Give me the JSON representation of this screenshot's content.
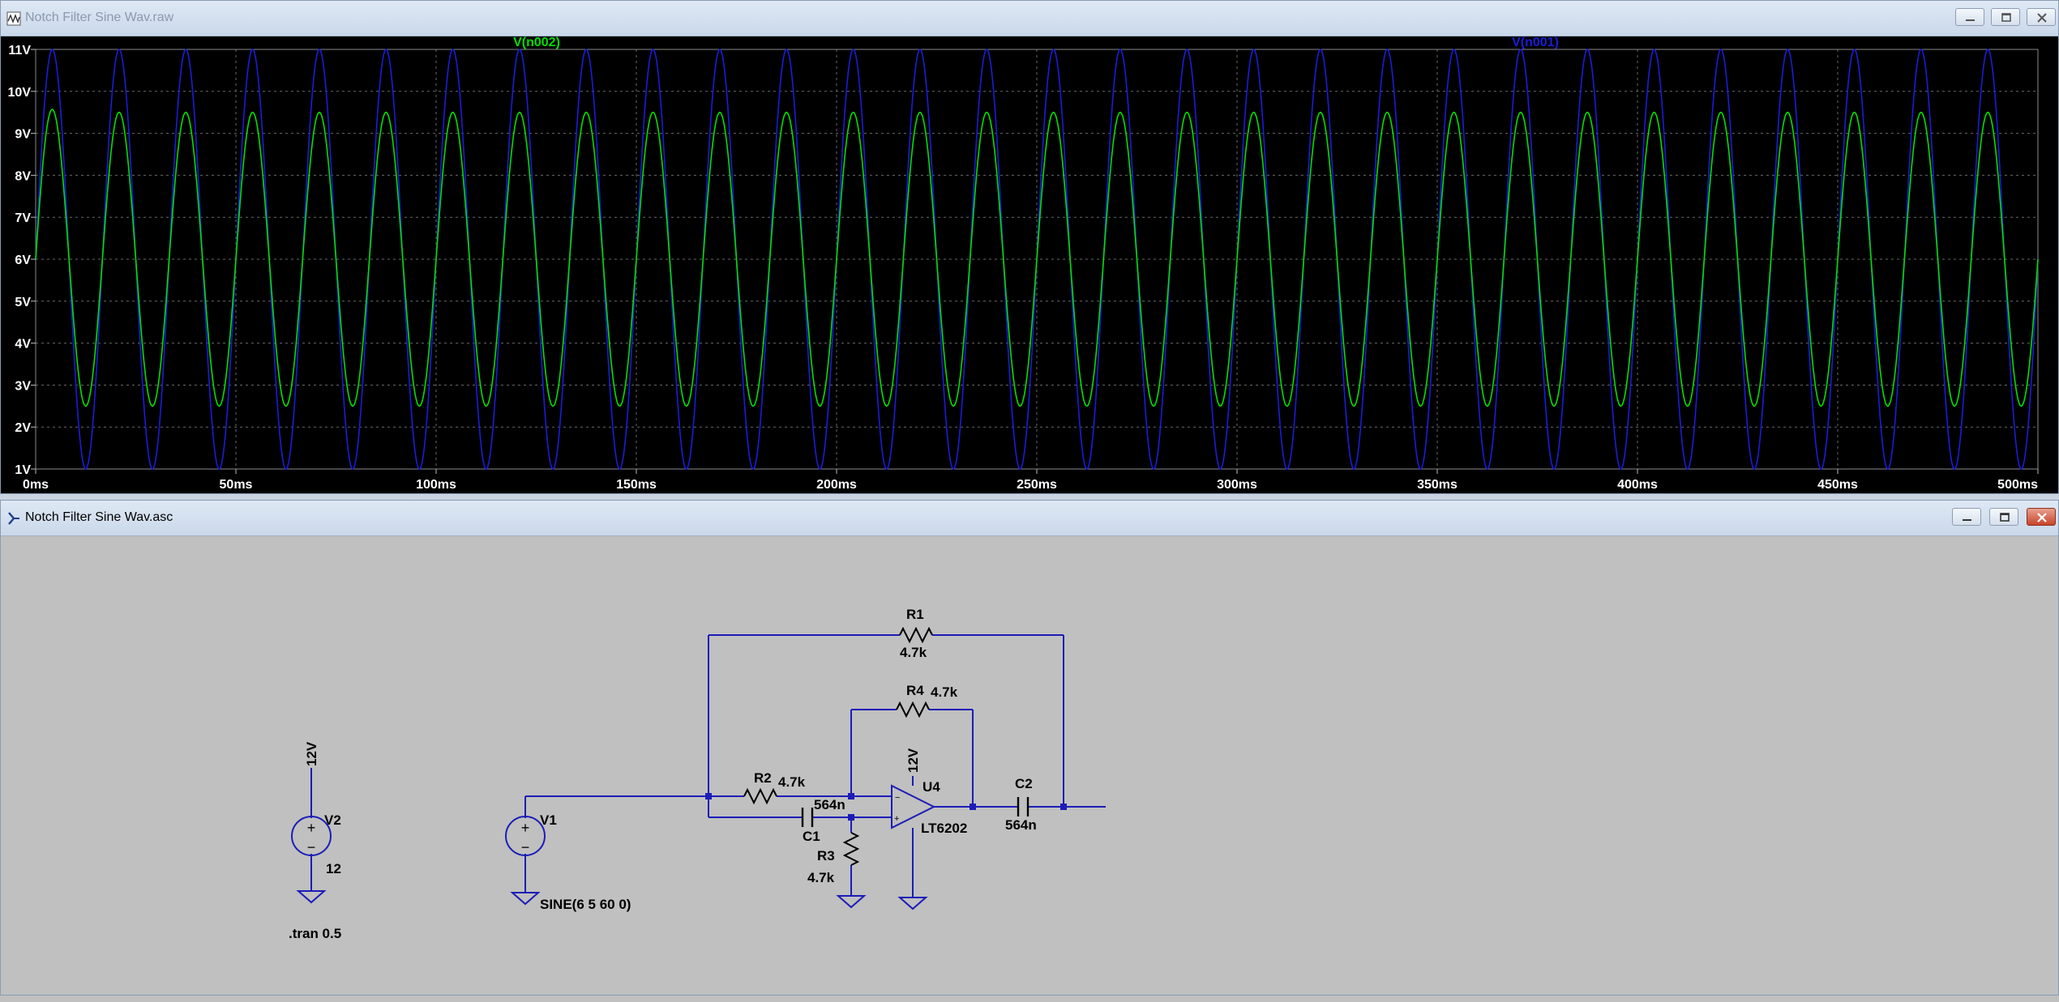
{
  "waveform_window": {
    "title": "Notch Filter Sine Wav.raw",
    "controls": [
      "minimize",
      "maximize",
      "close"
    ]
  },
  "schematic_window": {
    "title": "Notch Filter Sine Wav.asc",
    "controls": [
      "minimize",
      "maximize",
      "close"
    ]
  },
  "colors": {
    "trace_n002": "#00e000",
    "trace_n001": "#1c1cd8",
    "plot_bg": "#000000",
    "grid": "#6a6a6a",
    "axis_text": "#ffffff",
    "wire": "#1c1cb8",
    "schematic_bg": "#c0c0c0"
  },
  "chart_data": {
    "type": "line",
    "xlabel": "",
    "ylabel": "",
    "xlim": [
      0,
      500
    ],
    "ylim": [
      1,
      11
    ],
    "x_unit": "ms",
    "x_ticks": [
      "0ms",
      "50ms",
      "100ms",
      "150ms",
      "200ms",
      "250ms",
      "300ms",
      "350ms",
      "400ms",
      "450ms",
      "500ms"
    ],
    "y_ticks": [
      "1V",
      "2V",
      "3V",
      "4V",
      "5V",
      "6V",
      "7V",
      "8V",
      "9V",
      "10V",
      "11V"
    ],
    "grid": true,
    "series": [
      {
        "name": "V(n002)",
        "color": "#00e000",
        "type": "sine",
        "offset": 6,
        "amplitude": 3.5,
        "frequency_hz": 60,
        "start_value": 6,
        "first_peak": 9.7
      },
      {
        "name": "V(n001)",
        "color": "#1c1cd8",
        "type": "sine",
        "offset": 6,
        "amplitude": 5,
        "frequency_hz": 60,
        "start_value": 6
      }
    ]
  },
  "schematic": {
    "directive": ".tran 0.5",
    "components": {
      "V2": {
        "name": "V2",
        "value": "12",
        "net": "12V"
      },
      "V1": {
        "name": "V1",
        "value": "SINE(6 5 60 0)"
      },
      "R1": {
        "name": "R1",
        "value": "4.7k"
      },
      "R2": {
        "name": "R2",
        "value": "4.7k"
      },
      "R3": {
        "name": "R3",
        "value": "4.7k"
      },
      "R4": {
        "name": "R4",
        "value": "4.7k"
      },
      "C1": {
        "name": "C1",
        "value": "564n"
      },
      "C2": {
        "name": "C2",
        "value": "564n"
      },
      "U4": {
        "name": "U4",
        "value": "LT6202",
        "supply": "12V"
      }
    }
  }
}
